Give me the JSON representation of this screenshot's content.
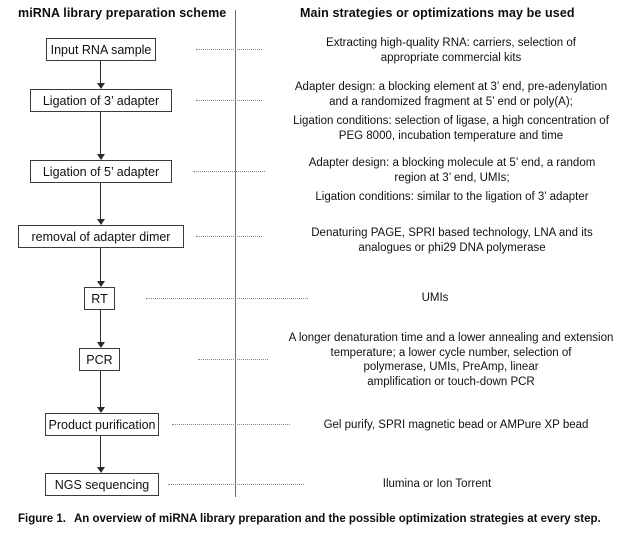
{
  "figure": {
    "headers": {
      "left": "miRNA library preparation scheme",
      "right": "Main strategies or optimizations may be used"
    },
    "caption": {
      "label": "Figure 1.",
      "text": "An overview of miRNA library preparation and the possible optimization strategies at every step."
    },
    "steps": [
      {
        "label": "Input RNA sample"
      },
      {
        "label": "Ligation of 3’ adapter"
      },
      {
        "label": "Ligation of 5’ adapter"
      },
      {
        "label": "removal of adapter dimer"
      },
      {
        "label": "RT"
      },
      {
        "label": "PCR"
      },
      {
        "label": "Product purification"
      },
      {
        "label": "NGS sequencing"
      }
    ],
    "notes": [
      {
        "for_step": "Input RNA sample",
        "lines": [
          "Extracting high-quality RNA: carriers, selection of",
          "appropriate commercial kits"
        ]
      },
      {
        "for_step": "Ligation of 3’ adapter",
        "lines": [
          "Adapter design: a blocking element at 3’ end, pre-adenylation",
          "and a randomized fragment at 5’ end or poly(A);",
          "Ligation conditions: selection of ligase, a high concentration of",
          "PEG 8000, incubation temperature and time"
        ]
      },
      {
        "for_step": "Ligation of 5’ adapter",
        "lines": [
          "Adapter design: a blocking molecule at 5’ end, a random",
          "region at 3’ end, UMIs;",
          "Ligation conditions: similar to the ligation of 3’ adapter"
        ]
      },
      {
        "for_step": "removal of adapter dimer",
        "lines": [
          "Denaturing PAGE, SPRI based technology, LNA and its",
          "analogues or phi29 DNA polymerase"
        ]
      },
      {
        "for_step": "RT",
        "lines": [
          "UMIs"
        ]
      },
      {
        "for_step": "PCR",
        "lines": [
          "A longer denaturation time and a lower annealing and extension",
          "temperature; a lower cycle number, selection of",
          "polymerase, UMIs, PreAmp, linear",
          "amplification or touch-down PCR"
        ]
      },
      {
        "for_step": "Product purification",
        "lines": [
          "Gel purify, SPRI magnetic bead or AMPure XP bead"
        ]
      },
      {
        "for_step": "NGS sequencing",
        "lines": [
          "Ilumina or Ion Torrent"
        ]
      }
    ]
  }
}
